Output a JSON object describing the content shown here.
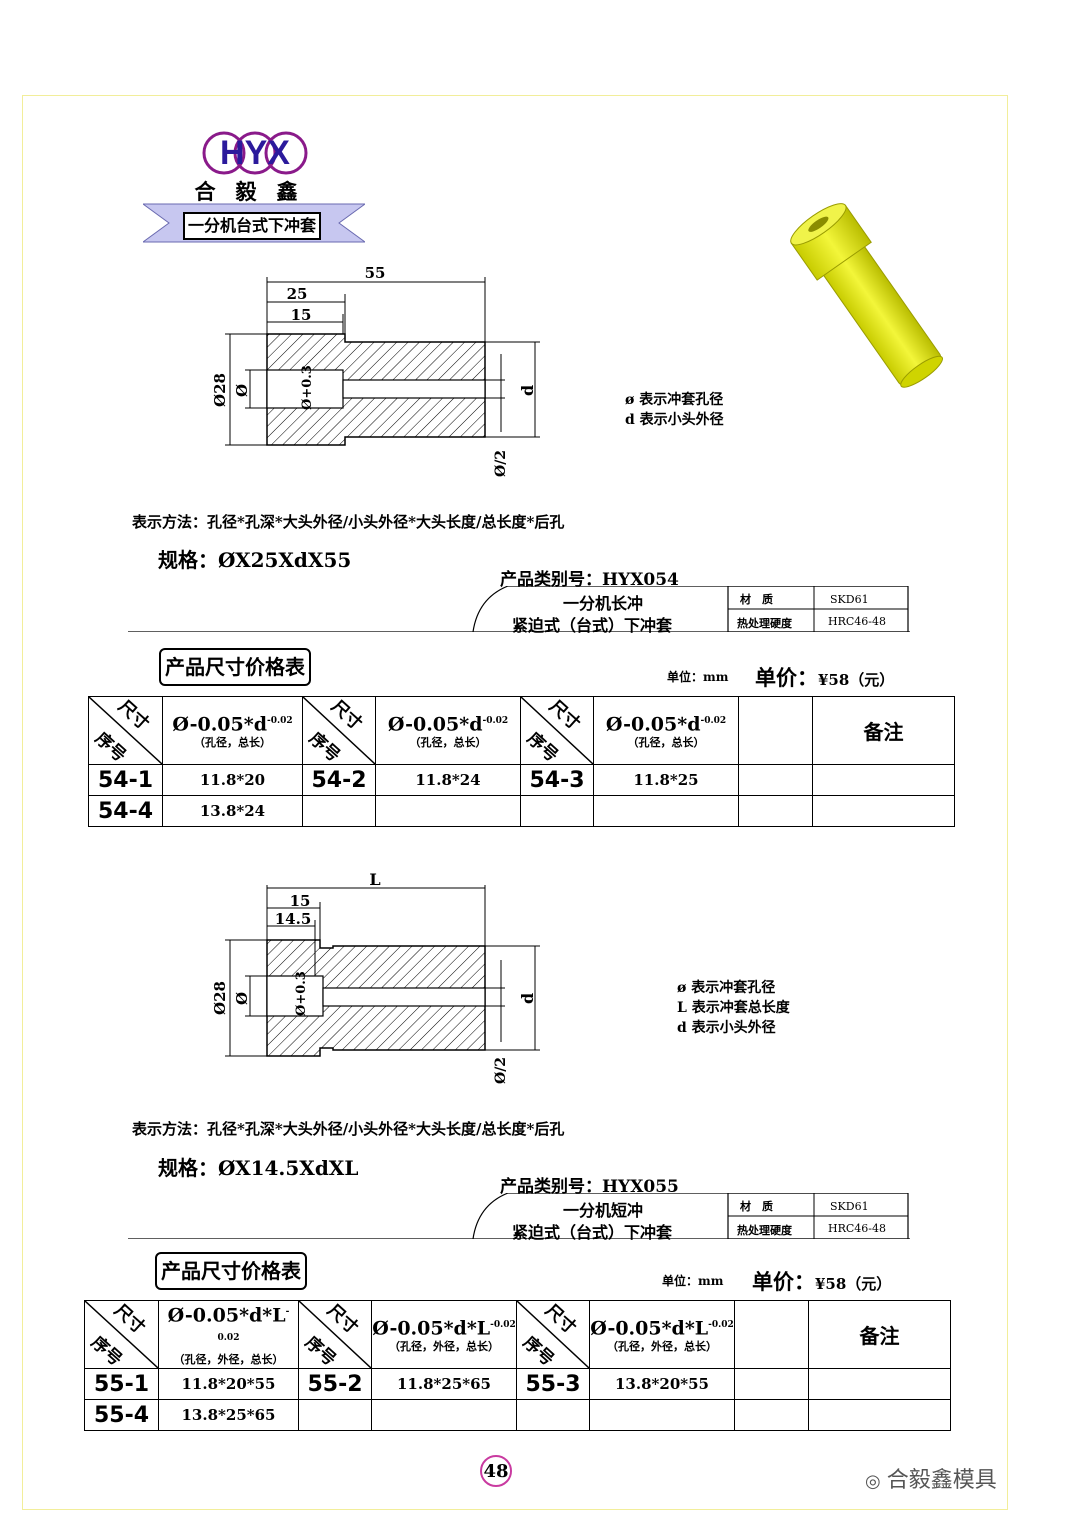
{
  "brand": {
    "logo_text": "HYX",
    "company": "合毅鑫",
    "category_banner": "一分机台式下冲套"
  },
  "drawing1": {
    "dims": {
      "total": "55",
      "head": "25",
      "hole": "15",
      "big_dia": "Ø28",
      "hole_dia": "Ø",
      "hole_tol": "Ø+0.3",
      "small_dia": "d",
      "back_hole": "Ø/2"
    },
    "notes": [
      "ø 表示冲套孔径",
      "d 表示小头外径"
    ]
  },
  "section1": {
    "method": "表示方法：孔径*孔深*大头外径/小头外径*大头长度/总长度*后孔",
    "spec": "规格：ØX25XdX55",
    "product_code": "产品类别号：HYX054",
    "title_line1": "一分机长冲",
    "title_line2": "紧迫式（台式）下冲套",
    "material_label": "材　质",
    "material_value": "SKD61",
    "hardness_label": "热处理硬度",
    "hardness_value": "HRC46-48",
    "table_title": "产品尺寸价格表",
    "unit": "单位：mm",
    "price_label": "单价：",
    "price_value": "¥58（元）",
    "header": {
      "diag_top": "尺寸",
      "diag_bottom": "序号",
      "col_main": "Ø-0.05*d",
      "col_tol": "-0.02",
      "col_sub": "（孔径，总长）",
      "remark": "备注"
    },
    "rows": [
      [
        {
          "no": "54-1",
          "val": "11.8*20"
        },
        {
          "no": "54-2",
          "val": "11.8*24"
        },
        {
          "no": "54-3",
          "val": "11.8*25"
        }
      ],
      [
        {
          "no": "54-4",
          "val": "13.8*24"
        },
        {
          "no": "",
          "val": ""
        },
        {
          "no": "",
          "val": ""
        }
      ]
    ]
  },
  "drawing2": {
    "dims": {
      "total": "L",
      "head": "15",
      "hole": "14.5",
      "big_dia": "Ø28",
      "hole_dia": "Ø",
      "hole_tol": "Ø+0.3",
      "small_dia": "d",
      "back_hole": "Ø/2"
    },
    "notes": [
      "ø 表示冲套孔径",
      "L 表示冲套总长度",
      "d 表示小头外径"
    ]
  },
  "section2": {
    "method": "表示方法：孔径*孔深*大头外径/小头外径*大头长度/总长度*后孔",
    "spec": "规格：ØX14.5XdXL",
    "product_code": "产品类别号：HYX055",
    "title_line1": "一分机短冲",
    "title_line2": "紧迫式（台式）下冲套",
    "material_label": "材　质",
    "material_value": "SKD61",
    "hardness_label": "热处理硬度",
    "hardness_value": "HRC46-48",
    "table_title": "产品尺寸价格表",
    "unit": "单位：mm",
    "price_label": "单价：",
    "price_value": "¥58（元）",
    "header": {
      "diag_top": "尺寸",
      "diag_bottom": "序号",
      "col_main": "Ø-0.05*d*L",
      "col_tol": "-0.02",
      "col_sub": "（孔径，外径，总长）",
      "remark": "备注"
    },
    "rows": [
      [
        {
          "no": "55-1",
          "val": "11.8*20*55"
        },
        {
          "no": "55-2",
          "val": "11.8*25*65"
        },
        {
          "no": "55-3",
          "val": "13.8*20*55"
        }
      ],
      [
        {
          "no": "55-4",
          "val": "13.8*25*65"
        },
        {
          "no": "",
          "val": ""
        },
        {
          "no": "",
          "val": ""
        }
      ]
    ]
  },
  "page_number": "48",
  "watermark": "合毅鑫模具",
  "colors": {
    "logo_ring": "#8a1a8a",
    "banner_fill": "#c7c7f0",
    "part_yellow": "#e8ee1c",
    "page_circle": "#c93aa0"
  }
}
